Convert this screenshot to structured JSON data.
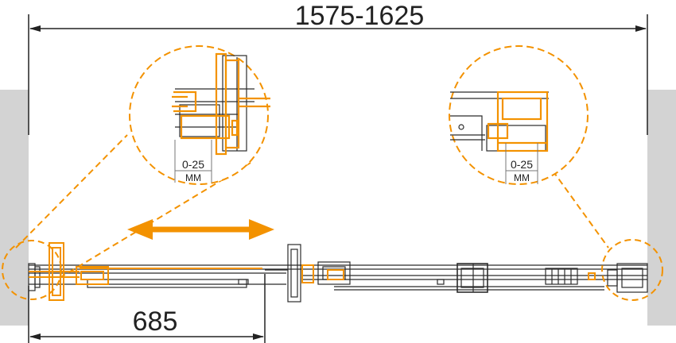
{
  "dimensions": {
    "overall": "1575-1625",
    "opening": "685"
  },
  "details": {
    "left_gap": "0-25",
    "left_unit": "MM",
    "right_gap": "0-25",
    "right_unit": "MM"
  },
  "colors": {
    "accent": "#f39200",
    "line": "#2b2b2b",
    "wall": "#d3d3d3"
  },
  "icons": {
    "slide_arrow": "double-arrow-icon"
  }
}
